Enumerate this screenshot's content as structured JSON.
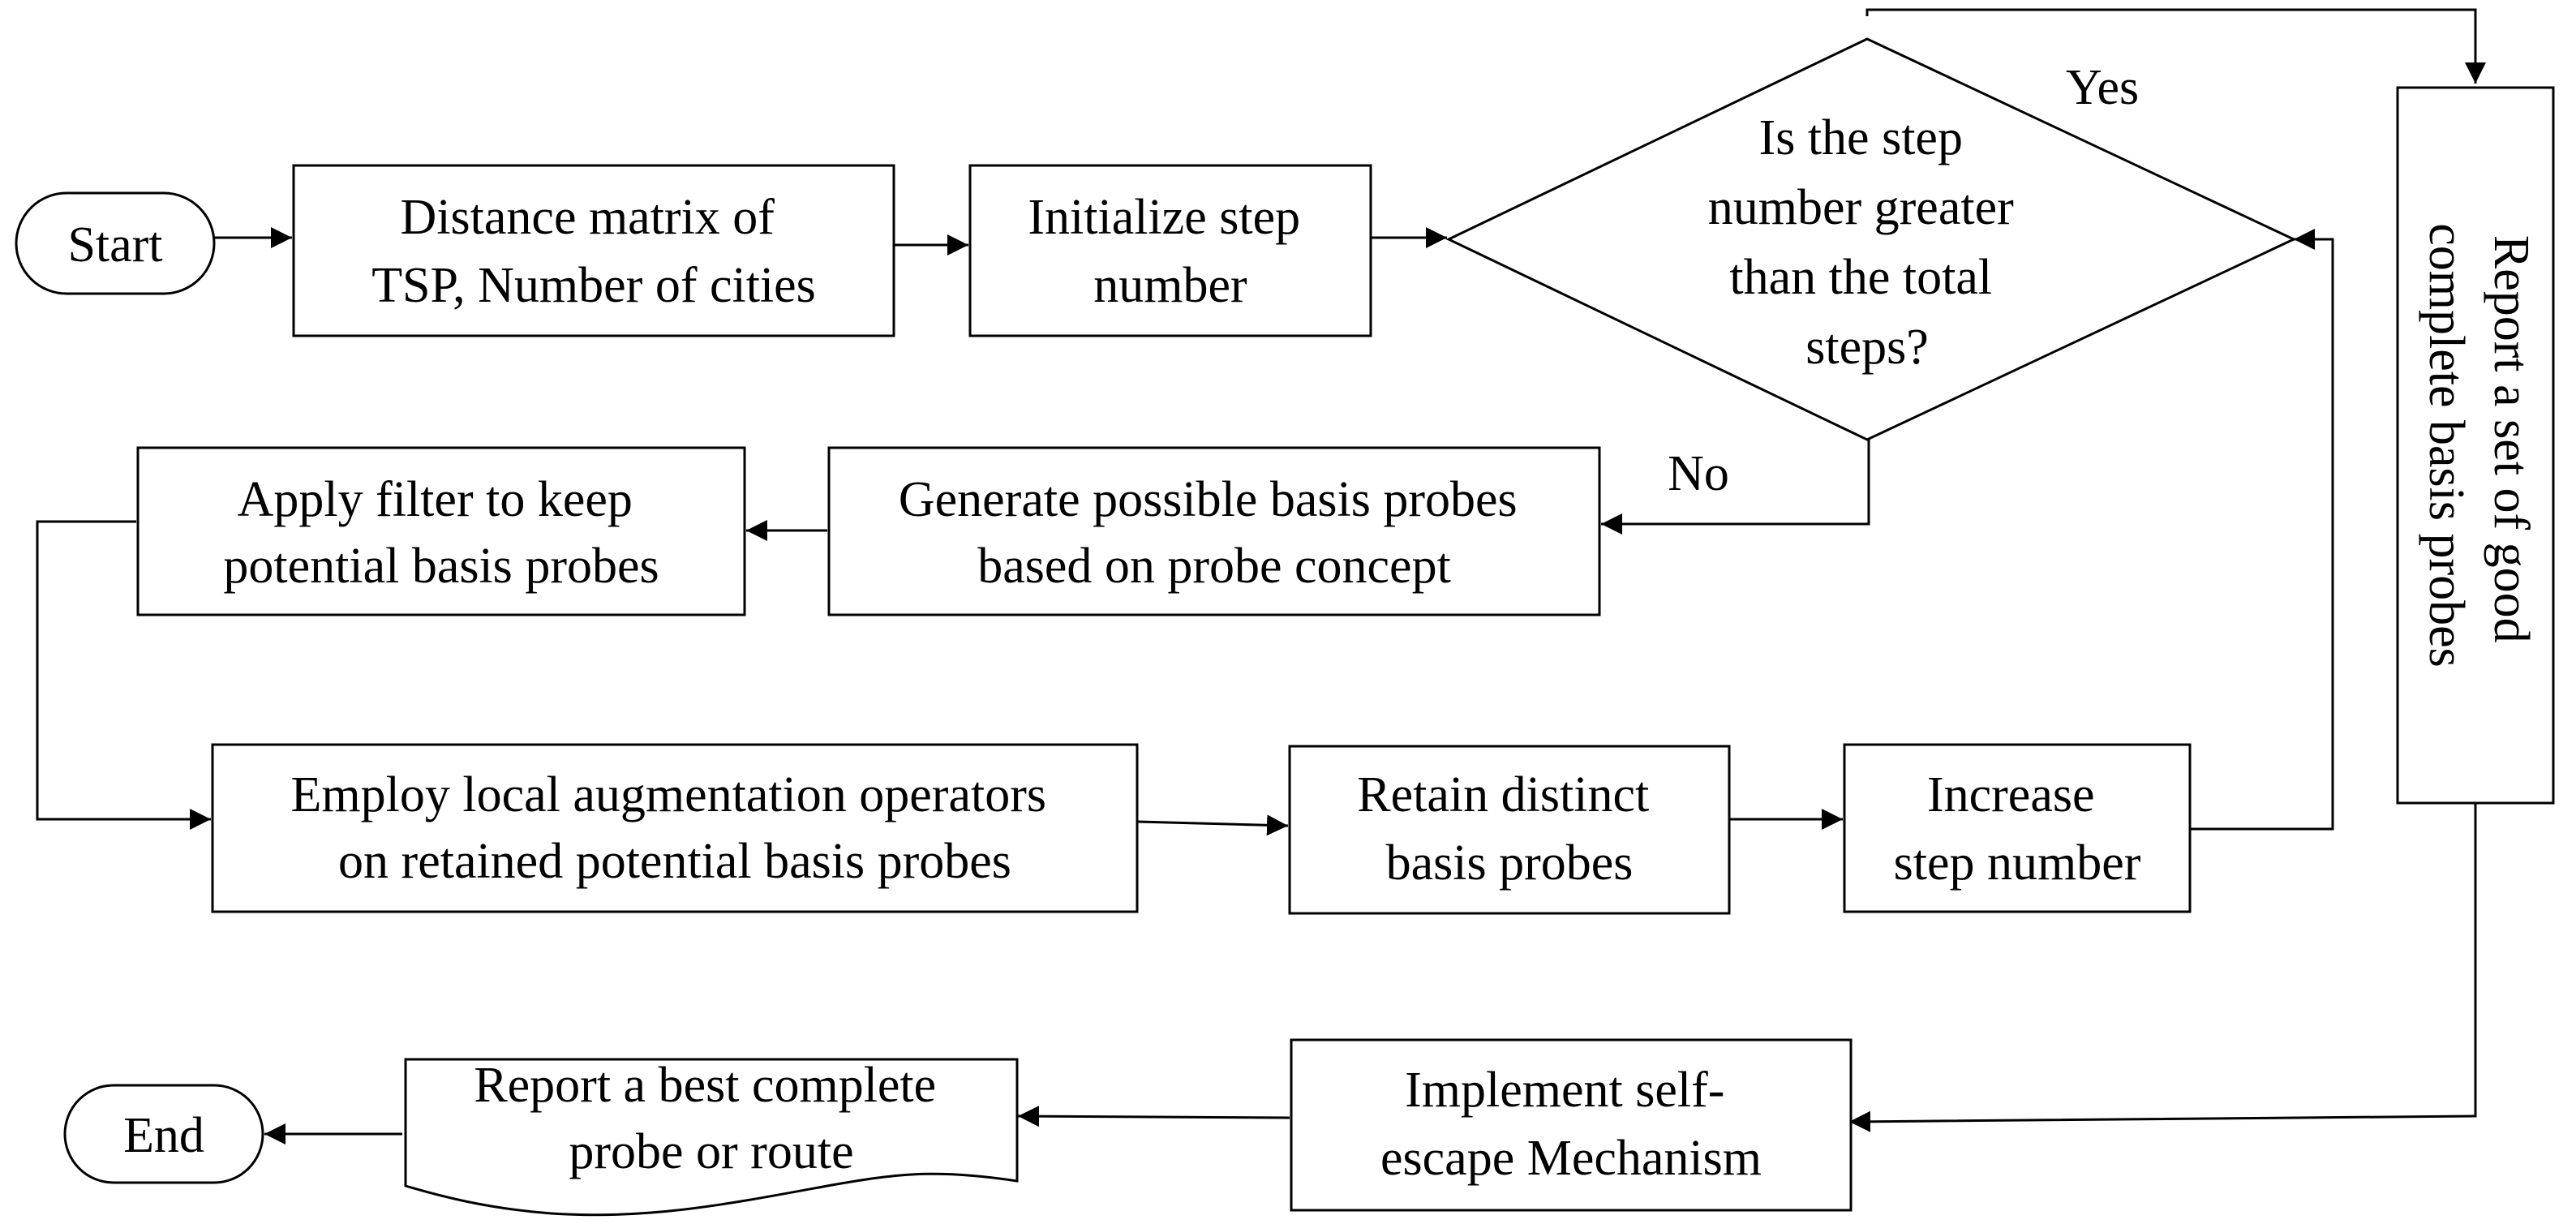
{
  "nodes": {
    "start": {
      "label": "Start"
    },
    "distance_matrix": {
      "lines": [
        "Distance matrix of",
        "TSP, Number of cities"
      ]
    },
    "initialize_step": {
      "lines": [
        "Initialize step",
        "number"
      ]
    },
    "decision": {
      "lines": [
        "Is the step",
        "number greater",
        "than the total",
        "steps?"
      ]
    },
    "report_good": {
      "lines": [
        "Report  a set of good",
        "complete basis probes"
      ]
    },
    "generate_probes": {
      "lines": [
        "Generate possible basis probes",
        "based on probe concept"
      ]
    },
    "apply_filter": {
      "lines": [
        "Apply filter to keep",
        "potential basis probes"
      ]
    },
    "employ_local": {
      "lines": [
        "Employ local augmentation operators",
        "on retained potential basis probes"
      ]
    },
    "retain_distinct": {
      "lines": [
        "Retain distinct",
        "basis probes"
      ]
    },
    "increase_step": {
      "lines": [
        "Increase",
        "step number"
      ]
    },
    "self_escape": {
      "lines": [
        "Implement self-",
        "escape Mechanism"
      ]
    },
    "report_best": {
      "lines": [
        "Report a best complete",
        "probe or route"
      ]
    },
    "end": {
      "label": "End"
    }
  },
  "edge_labels": {
    "yes": "Yes",
    "no": "No"
  }
}
